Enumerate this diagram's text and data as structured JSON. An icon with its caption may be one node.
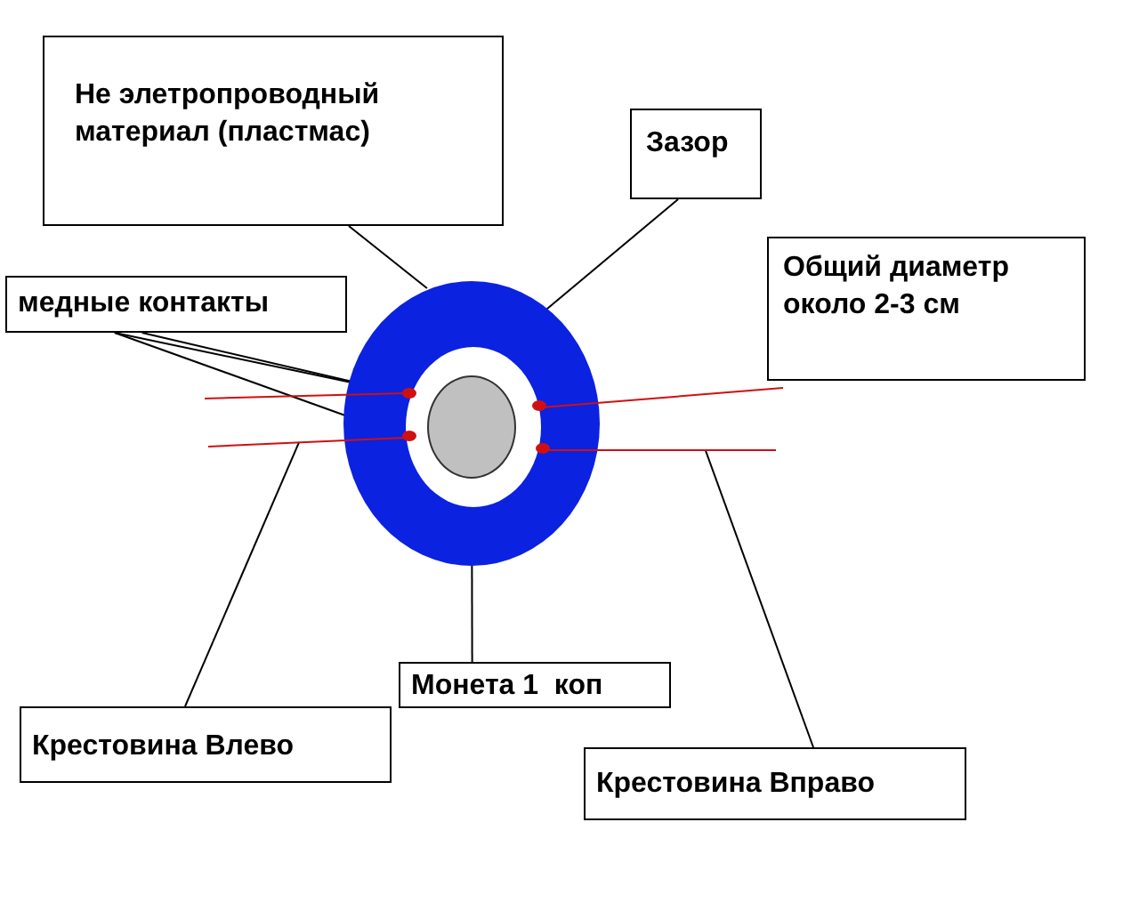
{
  "diagram": {
    "nodes": [
      {
        "text": [
          "Не элетропроводный материал (пластмас)"
        ]
      },
      {
        "text": [
          "Зазор"
        ]
      },
      {
        "text": [
          "медные контакты"
        ]
      },
      {
        "text": [
          "Общий диаметр около 2-3 см"
        ]
      },
      {
        "text": [
          "Монета 1  коп"
        ]
      },
      {
        "text": [
          "Крестовина Влево"
        ]
      },
      {
        "text": [
          "Крестовина Вправо"
        ]
      },
      {
        "text": [],
        "shape": "circle"
      },
      {
        "text": [],
        "shape": "circle",
        "in": 7
      },
      {
        "text": [],
        "shape": "circle",
        "in": 8
      },
      {
        "text": [],
        "shape": "line"
      },
      {
        "text": [],
        "shape": "line"
      },
      {
        "text": [],
        "shape": "dot",
        "in": 7
      },
      {
        "text": [],
        "shape": "dot",
        "in": 7
      },
      {
        "text": [],
        "shape": "dot",
        "in": 7
      },
      {
        "text": [],
        "shape": "dot",
        "in": 7
      },
      {
        "text": [],
        "shape": "line"
      },
      {
        "text": [],
        "shape": "line"
      }
    ],
    "edges": [
      {
        "from": 0,
        "to": 7,
        "arrow": "none"
      },
      {
        "from": 1,
        "to": 8,
        "arrow": "none"
      },
      {
        "from": 2,
        "to": 12,
        "arrow": "none"
      },
      {
        "from": 2,
        "to": 13,
        "arrow": "none"
      },
      {
        "from": 4,
        "to": 9,
        "arrow": "none"
      },
      {
        "from": 5,
        "to": 11,
        "arrow": "none"
      },
      {
        "from": 6,
        "to": 17,
        "arrow": "none"
      }
    ]
  }
}
